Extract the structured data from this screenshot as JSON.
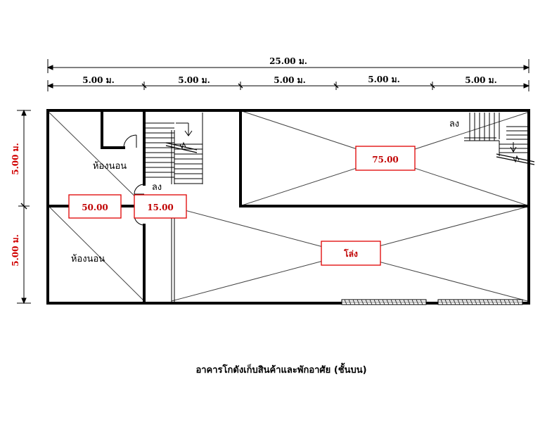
{
  "dimensions": {
    "overall": "25.00 ม.",
    "segments": [
      "5.00 ม.",
      "5.00 ม.",
      "5.00 ม.",
      "5.00 ม.",
      "5.00 ม."
    ],
    "left_top": "5.00 ม.",
    "left_bottom": "5.00 ม."
  },
  "rooms": {
    "bedroom_top": "ห้องนอน",
    "bedroom_bottom": "ห้องนอน",
    "down_left": "ลง",
    "down_right": "ลง"
  },
  "badges": {
    "bedroom_size": "50.00",
    "stair_size": "15.00",
    "hall_size": "75.00",
    "open_area": "โล่ง"
  },
  "caption": "อาคารโกดังเก็บสินค้าและพักอาศัย (ชั้นบน)",
  "colors": {
    "badge_border": "#e00000",
    "badge_text": "#c00000",
    "vertical_dimension_text": "#d00000"
  }
}
